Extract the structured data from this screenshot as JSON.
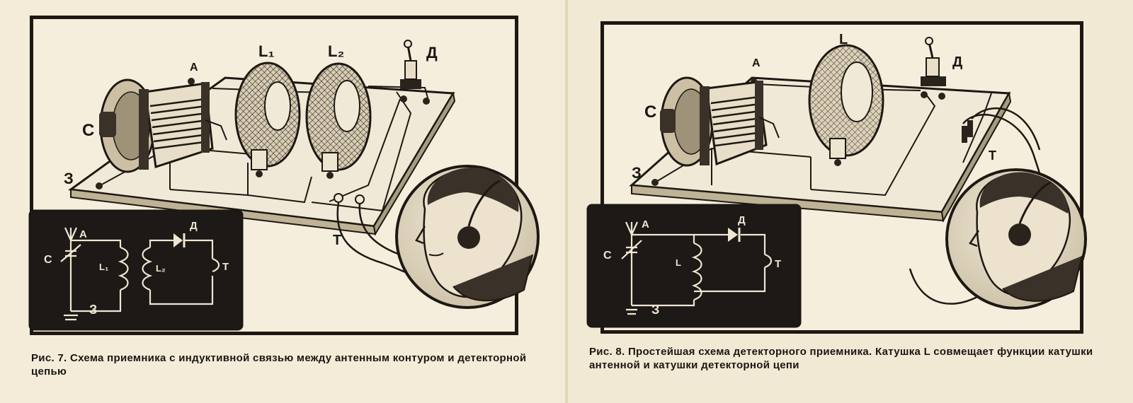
{
  "figure7": {
    "labels": {
      "C": "С",
      "A": "А",
      "L1": "L₁",
      "L2": "L₂",
      "D": "Д",
      "Z": "З",
      "T": "Т"
    },
    "schematic": {
      "A": "А",
      "C": "С",
      "L1": "L₁",
      "L2": "L₂",
      "D": "Д",
      "T": "Т",
      "Z": "З"
    },
    "caption": "Рис. 7. Схема приемника с индуктивной связью между антенным контуром и детекторной цепью"
  },
  "figure8": {
    "labels": {
      "C": "С",
      "A": "А",
      "L": "L",
      "D": "Д",
      "Z": "З",
      "T": "Т"
    },
    "schematic": {
      "A": "А",
      "C": "С",
      "L": "L",
      "D": "Д",
      "T": "Т",
      "Z": "З"
    },
    "caption": "Рис. 8. Простейшая схема детекторного приемника. Катушка L совмещает функции катушки антенной и катушки детекторной цепи"
  },
  "colors": {
    "paper": "#f4ecd9",
    "ink": "#1a1612",
    "schematic_bg": "#1c1916",
    "schematic_ink": "#efe6d2"
  }
}
